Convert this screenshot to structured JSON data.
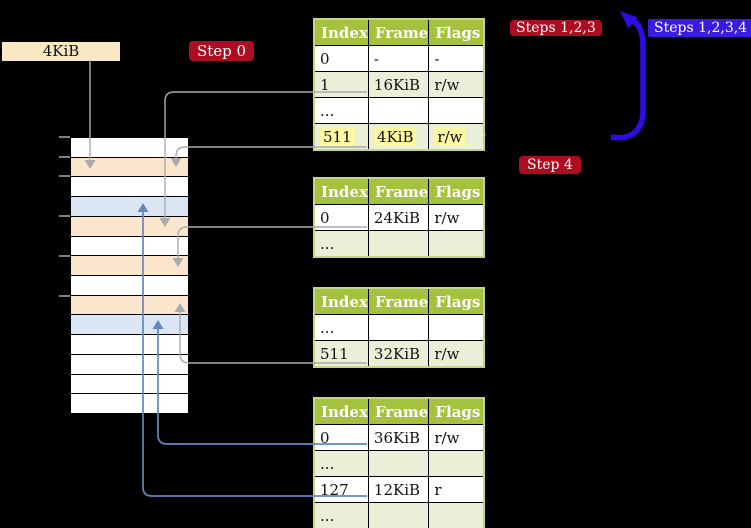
{
  "colors": {
    "background": "#000000",
    "label_wheat": "#f8e8c4",
    "badge_red": "#ad0d21",
    "badge_blue": "#3c1be0",
    "arrow_blue": "#2d0ce8",
    "connector_gray": "#ababab",
    "connector_blue": "#6487bd",
    "table_header_green": "#a5c23f",
    "table_border_green": "#c3d683",
    "row_pale_green": "#eaf0d8",
    "highlight_yellow": "#fdf9a2",
    "mem_white": "#ffffff",
    "mem_peach": "#fce5cd",
    "mem_blue": "#dbe6f4",
    "tick_gray": "#808080"
  },
  "labels": {
    "page_size": "4KiB"
  },
  "badges": {
    "step0": "Step 0",
    "steps123": "Steps 1,2,3",
    "steps1234": "Steps 1,2,3,4",
    "step4": "Step 4"
  },
  "tables": [
    {
      "id": "page-table-1",
      "headers": [
        "Index",
        "Frame",
        "Flags"
      ],
      "rows": [
        {
          "cells": [
            "0",
            "-",
            "-"
          ],
          "highlight": false
        },
        {
          "cells": [
            "1",
            "16KiB",
            "r/w"
          ],
          "highlight": false
        },
        {
          "cells": [
            "...",
            "",
            ""
          ],
          "highlight": false
        },
        {
          "cells": [
            "511",
            "4KiB",
            "r/w"
          ],
          "highlight": true
        }
      ]
    },
    {
      "id": "page-table-2",
      "headers": [
        "Index",
        "Frame",
        "Flags"
      ],
      "rows": [
        {
          "cells": [
            "0",
            "24KiB",
            "r/w"
          ],
          "highlight": false
        },
        {
          "cells": [
            "...",
            "",
            ""
          ],
          "highlight": false
        }
      ]
    },
    {
      "id": "page-table-3",
      "headers": [
        "Index",
        "Frame",
        "Flags"
      ],
      "rows": [
        {
          "cells": [
            "...",
            "",
            ""
          ],
          "highlight": false
        },
        {
          "cells": [
            "511",
            "32KiB",
            "r/w"
          ],
          "highlight": false
        }
      ]
    },
    {
      "id": "page-table-4",
      "headers": [
        "Index",
        "Frame",
        "Flags"
      ],
      "rows": [
        {
          "cells": [
            "0",
            "36KiB",
            "r/w"
          ],
          "highlight": false
        },
        {
          "cells": [
            "...",
            "",
            ""
          ],
          "highlight": false
        },
        {
          "cells": [
            "127",
            "12KiB",
            "r"
          ],
          "highlight": false
        },
        {
          "cells": [
            "...",
            "",
            ""
          ],
          "highlight": false
        }
      ]
    }
  ],
  "memory": {
    "rows": [
      {
        "fill": "white"
      },
      {
        "fill": "peach"
      },
      {
        "fill": "white"
      },
      {
        "fill": "blue"
      },
      {
        "fill": "peach"
      },
      {
        "fill": "white"
      },
      {
        "fill": "peach"
      },
      {
        "fill": "white"
      },
      {
        "fill": "peach"
      },
      {
        "fill": "blue"
      },
      {
        "fill": "white"
      },
      {
        "fill": "white"
      },
      {
        "fill": "white"
      },
      {
        "fill": "white"
      }
    ]
  }
}
